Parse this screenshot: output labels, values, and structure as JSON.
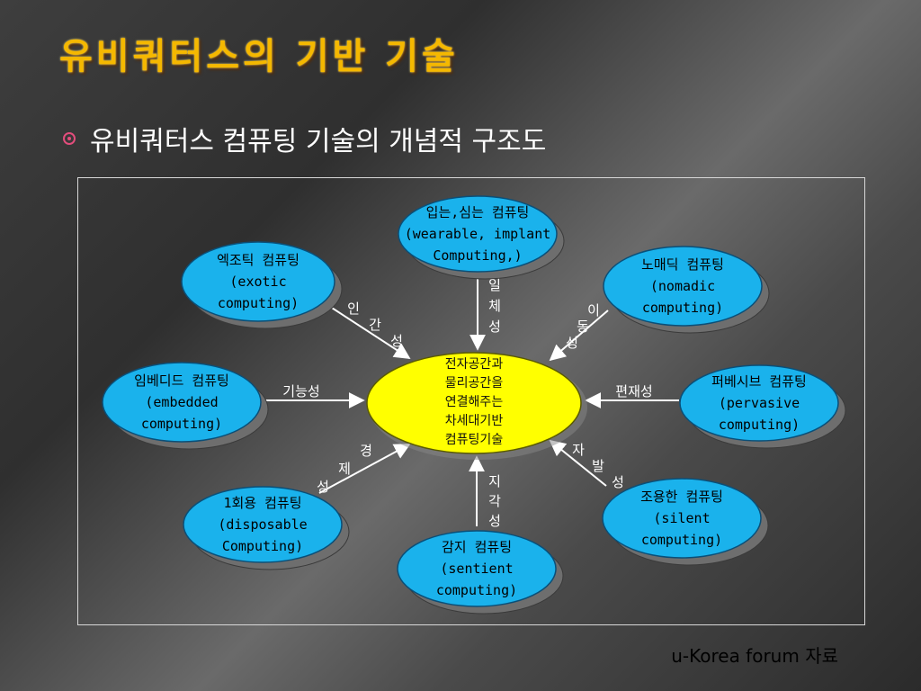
{
  "slide": {
    "title": "유비쿼터스의 기반 기술",
    "bullet": "유비쿼터스 컴퓨팅 기술의 개념적 구조도",
    "footer": "u-Korea forum 자료"
  },
  "colors": {
    "title": "#f5b800",
    "node_fill": "#1ab2ec",
    "center_fill": "#ffff00",
    "bullet": "#e24d7c"
  },
  "diagram": {
    "center": {
      "lines": [
        "전자공간과",
        "물리공간을",
        "연결해주는",
        "차세대기반",
        "컴퓨팅기술"
      ]
    },
    "nodes": [
      {
        "id": "wearable",
        "lines": [
          "입는,심는 컴퓨팅",
          "(wearable, implant",
          "Computing,)"
        ],
        "edge_label": [
          "일",
          "체",
          "성"
        ]
      },
      {
        "id": "nomadic",
        "lines": [
          "노매딕 컴퓨팅",
          "(nomadic",
          "computing)"
        ],
        "edge_label": [
          "이",
          "동",
          "성"
        ]
      },
      {
        "id": "pervasive",
        "lines": [
          "퍼베시브 컴퓨팅",
          "(pervasive",
          "computing)"
        ],
        "edge_label": [
          "편재성"
        ]
      },
      {
        "id": "silent",
        "lines": [
          "조용한 컴퓨팅",
          "(silent",
          "computing)"
        ],
        "edge_label": [
          "자",
          "발",
          "성"
        ]
      },
      {
        "id": "sentient",
        "lines": [
          "감지 컴퓨팅",
          "(sentient",
          "computing)"
        ],
        "edge_label": [
          "지",
          "각",
          "성"
        ]
      },
      {
        "id": "disposable",
        "lines": [
          "1회용 컴퓨팅",
          "(disposable",
          "Computing)"
        ],
        "edge_label": [
          "경",
          "제",
          "성"
        ]
      },
      {
        "id": "embedded",
        "lines": [
          "임베디드 컴퓨팅",
          "(embedded",
          "computing)"
        ],
        "edge_label": [
          "기능성"
        ]
      },
      {
        "id": "exotic",
        "lines": [
          "엑조틱 컴퓨팅",
          "(exotic",
          "computing)"
        ],
        "edge_label": [
          "인",
          "간",
          "성"
        ]
      }
    ]
  }
}
